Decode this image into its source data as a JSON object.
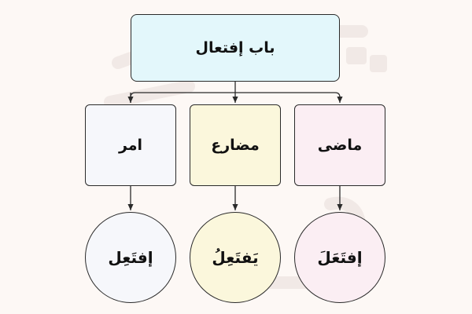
{
  "diagram": {
    "root": {
      "label": "باب إفتعال"
    },
    "columns": [
      {
        "id": "amr",
        "tense": "امر",
        "form": "إفتَعِل"
      },
      {
        "id": "mudari",
        "tense": "مضارع",
        "form": "يَفتَعِلُ"
      },
      {
        "id": "madi",
        "tense": "ماضی",
        "form": "إفتَعَلَ"
      }
    ]
  },
  "colors": {
    "background": "#fdf8f5",
    "root_fill": "#e3f7fb",
    "amr_fill": "#f6f7fb",
    "mudari_fill": "#fbf7dc",
    "madi_fill": "#fbeef3",
    "stroke": "#2a2a2a"
  }
}
